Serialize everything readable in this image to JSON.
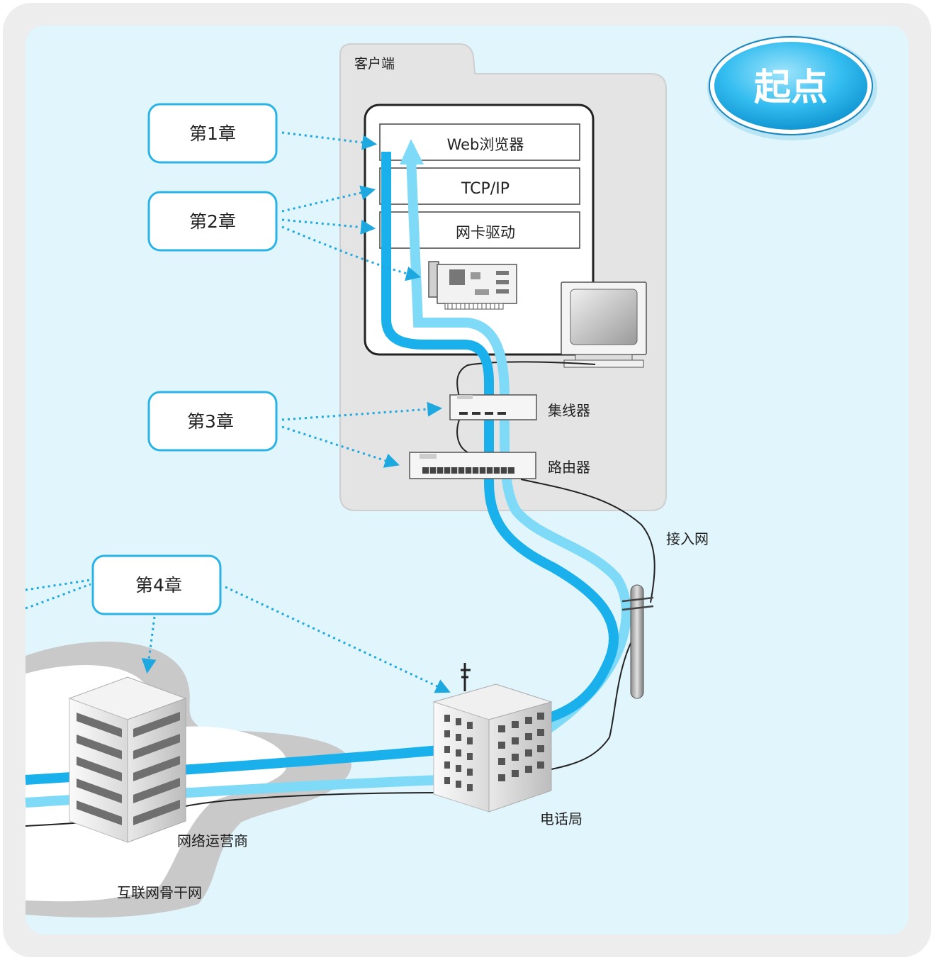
{
  "badge": {
    "label": "起点"
  },
  "client": {
    "label": "客户端"
  },
  "layers": {
    "browser": "Web浏览器",
    "tcpip": "TCP/IP",
    "driver": "网卡驱动"
  },
  "chapters": {
    "ch1": "第1章",
    "ch2": "第2章",
    "ch3": "第3章",
    "ch4": "第4章"
  },
  "devices": {
    "hub": "集线器",
    "router": "路由器",
    "access_network": "接入网",
    "phone_office": "电话局",
    "isp": "网络运营商",
    "backbone": "互联网骨干网"
  },
  "colors": {
    "background": "#e1f5fc",
    "accent_dark": "#1ab0ec",
    "accent_light": "#7fdaf8",
    "chapter_border": "#2ab3e6",
    "client_panel": "#e4e4e4"
  },
  "icons": [
    "network-card-icon",
    "monitor-icon",
    "hub-icon",
    "router-icon",
    "utility-pole-icon",
    "phone-office-building-icon",
    "isp-building-icon"
  ]
}
